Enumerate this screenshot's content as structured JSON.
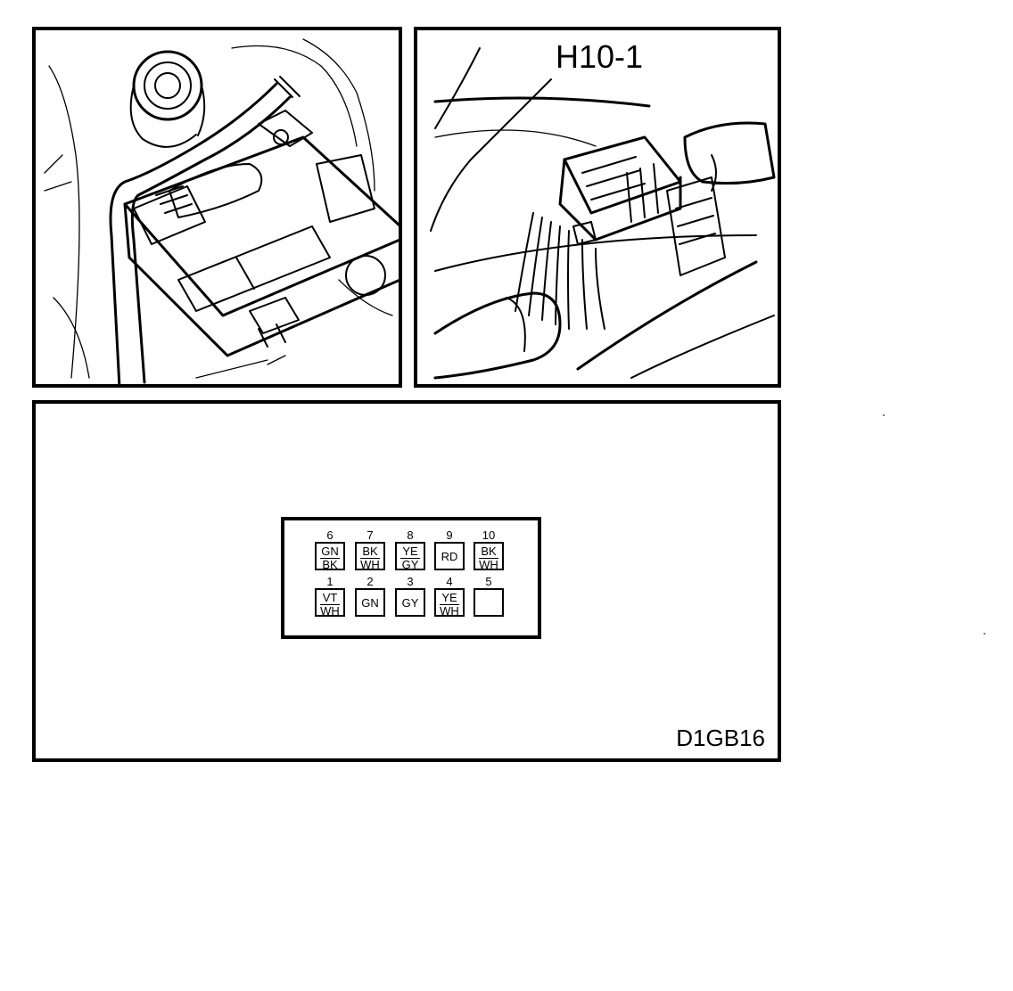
{
  "figure": {
    "connector_label": "H10-1",
    "figure_code": "D1GB16"
  },
  "pinout": {
    "top_row": [
      {
        "num": "6",
        "colors": [
          "GN",
          "BK"
        ]
      },
      {
        "num": "7",
        "colors": [
          "BK",
          "WH"
        ]
      },
      {
        "num": "8",
        "colors": [
          "YE",
          "GY"
        ]
      },
      {
        "num": "9",
        "colors": [
          "RD"
        ]
      },
      {
        "num": "10",
        "colors": [
          "BK",
          "WH"
        ]
      }
    ],
    "bottom_row": [
      {
        "num": "1",
        "colors": [
          "VT",
          "WH"
        ]
      },
      {
        "num": "2",
        "colors": [
          "GN"
        ]
      },
      {
        "num": "3",
        "colors": [
          "GY"
        ]
      },
      {
        "num": "4",
        "colors": [
          "YE",
          "WH"
        ]
      },
      {
        "num": "5",
        "colors": []
      }
    ]
  },
  "colors": {
    "line": "#000000",
    "background": "#ffffff"
  }
}
